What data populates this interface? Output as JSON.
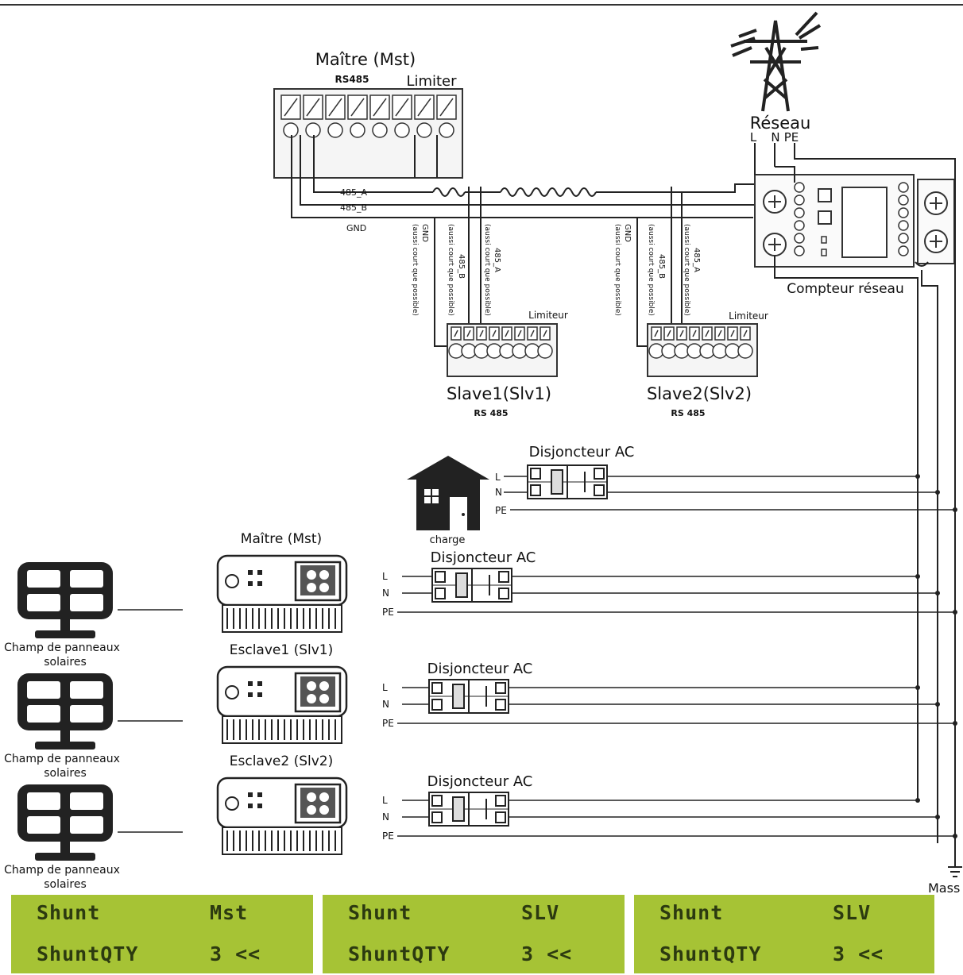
{
  "diagram": {
    "master_block": {
      "title": "Maître (Mst)",
      "rs485": "RS485",
      "limiter": "Limiter"
    },
    "grid": {
      "label": "Réseau",
      "terminals": [
        "L",
        "N",
        "PE"
      ]
    },
    "bus": {
      "a": "485_A",
      "b": "485_B",
      "gnd": "GND"
    },
    "slave1_wires": {
      "gnd": "GND",
      "gnd_note": "(aussi court que possible)",
      "b": "485_B",
      "b_note": "(aussi court que possible)",
      "a": "485_A",
      "a_note": "(aussi court que possible)"
    },
    "slave2_wires": {
      "gnd": "GND",
      "gnd_note": "(aussi court que possible)",
      "b": "485_B",
      "b_note": "(aussi court que possible)",
      "a": "485_A",
      "a_note": "(aussi court que possible)"
    },
    "slave1": {
      "limiter": "Limiteur",
      "name": "Slave1(Slv1)",
      "rs485": "RS 485"
    },
    "slave2": {
      "limiter": "Limiteur",
      "name": "Slave2(Slv2)",
      "rs485": "RS 485"
    },
    "meter": {
      "label": "Compteur réseau"
    },
    "house": {
      "label": "charge"
    },
    "breaker_label": "Disjoncteur AC",
    "line_labels": {
      "l": "L",
      "n": "N",
      "pe": "PE"
    },
    "inverters": [
      {
        "name": "Maître (Mst)"
      },
      {
        "name": "Esclave1 (Slv1)"
      },
      {
        "name": "Esclave2 (Slv2)"
      }
    ],
    "panels": [
      {
        "label_1": "Champ de panneaux",
        "label_2": "solaires"
      },
      {
        "label_1": "Champ de panneaux",
        "label_2": "solaires"
      },
      {
        "label_1": "Champ de panneaux",
        "label_2": "solaires"
      }
    ],
    "ground": {
      "label": "Mass"
    }
  },
  "displays": [
    {
      "row1_label": "Shunt",
      "row1_value": "Mst",
      "row2_label": "ShuntQTY",
      "row2_value": "3 <<"
    },
    {
      "row1_label": "Shunt",
      "row1_value": "SLV",
      "row2_label": "ShuntQTY",
      "row2_value": "3 <<"
    },
    {
      "row1_label": "Shunt",
      "row1_value": "SLV",
      "row2_label": "ShuntQTY",
      "row2_value": "3 <<"
    }
  ]
}
